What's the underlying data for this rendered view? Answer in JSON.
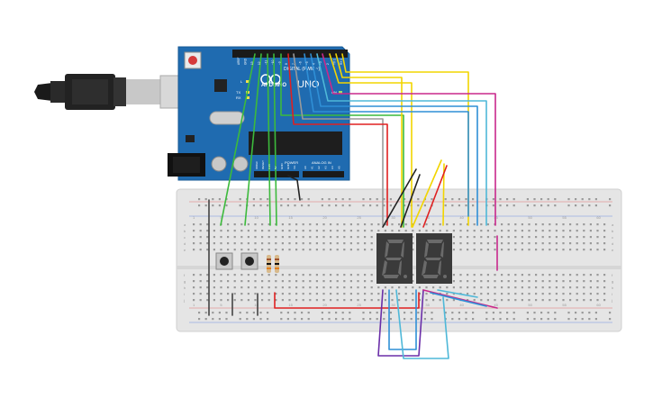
{
  "arduino": {
    "brand_top": "DIGITAL (PWM ~)",
    "brand_logo": "ARDUINO",
    "model": "UNO",
    "power_label": "POWER",
    "analog_label": "ANALOG IN",
    "on_label": "ON",
    "l_label": "L",
    "tx_label": "TX",
    "rx_label": "RX",
    "top_pins": [
      "AREF",
      "GND",
      "13",
      "12",
      "~11",
      "~10",
      "~9",
      "8",
      "7",
      "~6",
      "~5",
      "4",
      "~3",
      "2",
      "TX 1",
      "RX 0"
    ],
    "power_pins": [
      "IOREF",
      "RESET",
      "3.3V",
      "5V",
      "GND",
      "GND",
      "Vin"
    ],
    "analog_pins": [
      "A0",
      "A1",
      "A2",
      "A3",
      "A4",
      "A5"
    ]
  },
  "breadboard": {
    "col_numbers": [
      "1",
      "5",
      "10",
      "15",
      "20",
      "25",
      "30",
      "35",
      "40",
      "45",
      "50",
      "55",
      "60"
    ],
    "row_letters_top": [
      "a",
      "b",
      "c",
      "d",
      "e"
    ],
    "row_letters_bottom": [
      "f",
      "g",
      "h",
      "i",
      "j"
    ]
  },
  "colors": {
    "board": "#1f6bb0",
    "breadboard": "#e5e5e5",
    "wire_green": "#3cba3c",
    "wire_yellow": "#f2d500",
    "wire_magenta": "#c8288c",
    "wire_blue": "#2f8fd6",
    "wire_red": "#e02020",
    "wire_black": "#222222",
    "wire_purple": "#6a2ea8",
    "wire_cyan": "#4fb8d8",
    "display_body": "#3a3a3a",
    "segment_off": "#6a6a6a"
  },
  "icons": {
    "usb_cable": "usb-cable-icon",
    "power_jack": "dc-jack-icon",
    "reset_button": "reset-button-icon",
    "chip": "atmega-chip-icon",
    "crystal": "crystal-icon",
    "push_button": "push-button-icon",
    "resistor": "resistor-icon",
    "seven_segment": "seven-segment-display-icon"
  }
}
